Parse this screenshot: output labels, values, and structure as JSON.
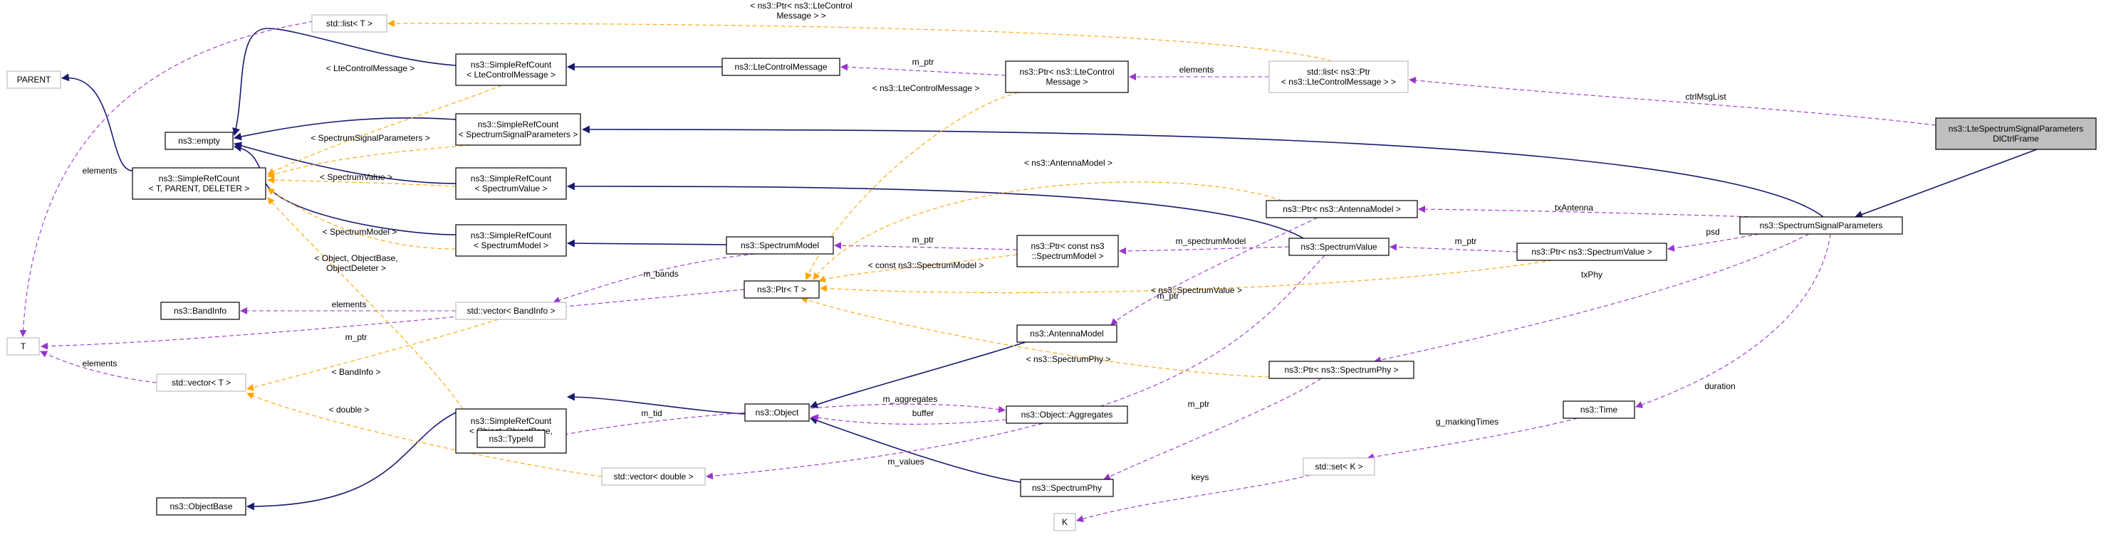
{
  "colors": {
    "inheritance": "#191970",
    "usage": "#9a32cd",
    "template": "#ffa500",
    "node_border": "#000000",
    "node_border_template": "#bfbfbf",
    "highlight_fill": "#bfbfbf",
    "node_fill": "#ffffff"
  },
  "nodes": [
    {
      "id": "parent",
      "lines": [
        "PARENT"
      ],
      "style": "grey"
    },
    {
      "id": "t",
      "lines": [
        "T"
      ],
      "style": "grey"
    },
    {
      "id": "k",
      "lines": [
        "K"
      ],
      "style": "grey"
    },
    {
      "id": "empty",
      "lines": [
        "ns3::empty"
      ],
      "style": "normal"
    },
    {
      "id": "src_tpd",
      "lines": [
        "ns3::SimpleRefCount",
        "< T, PARENT, DELETER >"
      ],
      "style": "normal"
    },
    {
      "id": "bandinfo",
      "lines": [
        "ns3::BandInfo"
      ],
      "style": "normal"
    },
    {
      "id": "vector_t",
      "lines": [
        "std::vector< T >"
      ],
      "style": "grey"
    },
    {
      "id": "objectbase",
      "lines": [
        "ns3::ObjectBase"
      ],
      "style": "normal"
    },
    {
      "id": "list_t",
      "lines": [
        "std::list< T >"
      ],
      "style": "grey"
    },
    {
      "id": "src_ltecm",
      "lines": [
        "ns3::SimpleRefCount",
        "< LteControlMessage >"
      ],
      "style": "normal"
    },
    {
      "id": "src_ssp",
      "lines": [
        "ns3::SimpleRefCount",
        "< SpectrumSignalParameters >"
      ],
      "style": "normal"
    },
    {
      "id": "src_sv",
      "lines": [
        "ns3::SimpleRefCount",
        "< SpectrumValue >"
      ],
      "style": "normal"
    },
    {
      "id": "src_sm",
      "lines": [
        "ns3::SimpleRefCount",
        "< SpectrumModel >"
      ],
      "style": "normal"
    },
    {
      "id": "vector_bandinfo",
      "lines": [
        "std::vector< BandInfo >"
      ],
      "style": "grey"
    },
    {
      "id": "src_obj",
      "lines": [
        "ns3::SimpleRefCount",
        "< Object, ObjectBase,",
        "ObjectDeleter >"
      ],
      "style": "normal"
    },
    {
      "id": "typeid",
      "lines": [
        "ns3::TypeId"
      ],
      "style": "normal"
    },
    {
      "id": "ltecm",
      "lines": [
        "ns3::LteControlMessage"
      ],
      "style": "normal"
    },
    {
      "id": "spectrummodel",
      "lines": [
        "ns3::SpectrumModel"
      ],
      "style": "normal"
    },
    {
      "id": "ptr_t",
      "lines": [
        "ns3::Ptr< T >"
      ],
      "style": "normal"
    },
    {
      "id": "object",
      "lines": [
        "ns3::Object"
      ],
      "style": "normal"
    },
    {
      "id": "vector_double",
      "lines": [
        "std::vector< double >"
      ],
      "style": "grey"
    },
    {
      "id": "ptr_ltecm",
      "lines": [
        "ns3::Ptr< ns3::LteControl",
        "Message >"
      ],
      "style": "normal"
    },
    {
      "id": "ptr_const_sm",
      "lines": [
        "ns3::Ptr< const ns3",
        "::SpectrumModel >"
      ],
      "style": "normal"
    },
    {
      "id": "antennamodel",
      "lines": [
        "ns3::AntennaModel"
      ],
      "style": "normal"
    },
    {
      "id": "aggregates",
      "lines": [
        "ns3::Object::Aggregates"
      ],
      "style": "normal"
    },
    {
      "id": "spectrumphy",
      "lines": [
        "ns3::SpectrumPhy"
      ],
      "style": "normal"
    },
    {
      "id": "list_ptr_ltecm",
      "lines": [
        "std::list< ns3::Ptr",
        "< ns3::LteControlMessage > >"
      ],
      "style": "grey"
    },
    {
      "id": "ptr_am",
      "lines": [
        "ns3::Ptr< ns3::AntennaModel >"
      ],
      "style": "normal"
    },
    {
      "id": "spectrumvalue",
      "lines": [
        "ns3::SpectrumValue"
      ],
      "style": "normal"
    },
    {
      "id": "ptr_sphy",
      "lines": [
        "ns3::Ptr< ns3::SpectrumPhy >"
      ],
      "style": "normal"
    },
    {
      "id": "set_k",
      "lines": [
        "std::set< K >"
      ],
      "style": "grey"
    },
    {
      "id": "ptr_sv",
      "lines": [
        "ns3::Ptr< ns3::SpectrumValue >"
      ],
      "style": "normal"
    },
    {
      "id": "time",
      "lines": [
        "ns3::Time"
      ],
      "style": "normal"
    },
    {
      "id": "ssp",
      "lines": [
        "ns3::SpectrumSignalParameters"
      ],
      "style": "normal"
    },
    {
      "id": "lte_ssp",
      "lines": [
        "ns3::LteSpectrumSignalParameters",
        "DlCtrlFrame"
      ],
      "style": "highlight"
    }
  ],
  "edges": [
    {
      "id": "e_ssp_lte",
      "type": "inheritance",
      "label": []
    },
    {
      "id": "e_src_ssp_ssp",
      "type": "inheritance",
      "label": []
    },
    {
      "id": "e_empty_src_ssp",
      "type": "inheritance",
      "label": []
    },
    {
      "id": "e_empty_src_ltecm",
      "type": "inheritance",
      "label": []
    },
    {
      "id": "e_empty_src_sv",
      "type": "inheritance",
      "label": []
    },
    {
      "id": "e_empty_src_sm",
      "type": "inheritance",
      "label": []
    },
    {
      "id": "e_parent_src_tpd",
      "type": "inheritance",
      "label": []
    },
    {
      "id": "e_src_ltecm_ltecm",
      "type": "inheritance",
      "label": []
    },
    {
      "id": "e_src_sv_sv",
      "type": "inheritance",
      "label": []
    },
    {
      "id": "e_src_sm_sm",
      "type": "inheritance",
      "label": []
    },
    {
      "id": "e_src_obj_object",
      "type": "inheritance",
      "label": []
    },
    {
      "id": "e_objectbase_src_obj",
      "type": "inheritance",
      "label": []
    },
    {
      "id": "e_object_am",
      "type": "inheritance",
      "label": []
    },
    {
      "id": "e_object_sphy",
      "type": "inheritance",
      "label": []
    },
    {
      "id": "e_t_list",
      "type": "usage",
      "label": [
        "elements"
      ]
    },
    {
      "id": "e_t_vector",
      "type": "usage",
      "label": [
        "elements"
      ]
    },
    {
      "id": "e_t_ptr",
      "type": "usage",
      "label": [
        "m_ptr"
      ]
    },
    {
      "id": "e_k_set",
      "type": "usage",
      "label": [
        "keys"
      ]
    },
    {
      "id": "e_list_lte",
      "type": "usage",
      "label": [
        "ctrlMsgList"
      ]
    },
    {
      "id": "e_ptrltecm_list",
      "type": "usage",
      "label": [
        "elements"
      ]
    },
    {
      "id": "e_ltecm_ptr",
      "type": "usage",
      "label": [
        "m_ptr"
      ]
    },
    {
      "id": "e_bandinfo_vec",
      "type": "usage",
      "label": [
        "elements"
      ]
    },
    {
      "id": "e_vecbi_sm",
      "type": "usage",
      "label": [
        "m_bands"
      ]
    },
    {
      "id": "e_sm_ptrconst",
      "type": "usage",
      "label": [
        "m_ptr"
      ]
    },
    {
      "id": "e_ptrconst_sv",
      "type": "usage",
      "label": [
        "m_spectrumModel"
      ]
    },
    {
      "id": "e_sv_ptrsv",
      "type": "usage",
      "label": [
        "m_ptr"
      ]
    },
    {
      "id": "e_ptrsv_ssp",
      "type": "usage",
      "label": [
        "psd"
      ]
    },
    {
      "id": "e_ptram_ssp",
      "type": "usage",
      "label": [
        "txAntenna"
      ]
    },
    {
      "id": "e_ptrsphy_ssp",
      "type": "usage",
      "label": [
        "txPhy"
      ]
    },
    {
      "id": "e_time_ssp",
      "type": "usage",
      "label": [
        "duration"
      ]
    },
    {
      "id": "e_setk_time",
      "type": "usage",
      "label": [
        "g_markingTimes"
      ]
    },
    {
      "id": "e_am_ptram",
      "type": "usage",
      "label": [
        "m_ptr"
      ]
    },
    {
      "id": "e_sphy_ptrsphy",
      "type": "usage",
      "label": [
        "m_ptr"
      ]
    },
    {
      "id": "e_typeid_object",
      "type": "usage",
      "label": [
        "m_tid"
      ]
    },
    {
      "id": "e_agg_object",
      "type": "usage",
      "label": [
        "m_aggregates"
      ]
    },
    {
      "id": "e_object_agg",
      "type": "usage",
      "label": [
        "buffer"
      ]
    },
    {
      "id": "e_vecdbl_sv",
      "type": "usage",
      "label": [
        "m_values"
      ]
    },
    {
      "id": "e_tmpl_list_t",
      "type": "template",
      "label": [
        "< ns3::Ptr< ns3::LteControl",
        "Message > >"
      ]
    },
    {
      "id": "e_tmpl_src_ltecm",
      "type": "template",
      "label": [
        "< LteControlMessage >"
      ]
    },
    {
      "id": "e_tmpl_src_ssp",
      "type": "template",
      "label": [
        "< SpectrumSignalParameters >"
      ]
    },
    {
      "id": "e_tmpl_src_sv",
      "type": "template",
      "label": [
        "< SpectrumValue >"
      ]
    },
    {
      "id": "e_tmpl_src_sm",
      "type": "template",
      "label": [
        "< SpectrumModel >"
      ]
    },
    {
      "id": "e_tmpl_src_obj",
      "type": "template",
      "label": [
        "< Object, ObjectBase,",
        "ObjectDeleter >"
      ]
    },
    {
      "id": "e_tmpl_vec_bi",
      "type": "template",
      "label": [
        "< BandInfo >"
      ]
    },
    {
      "id": "e_tmpl_vec_dbl",
      "type": "template",
      "label": [
        "< double >"
      ]
    },
    {
      "id": "e_tmpl_ptr_ltecm",
      "type": "template",
      "label": [
        "< ns3::LteControlMessage >"
      ]
    },
    {
      "id": "e_tmpl_ptr_am",
      "type": "template",
      "label": [
        "< ns3::AntennaModel >"
      ]
    },
    {
      "id": "e_tmpl_ptr_const_sm",
      "type": "template",
      "label": [
        "< const ns3::SpectrumModel >"
      ]
    },
    {
      "id": "e_tmpl_ptr_sv",
      "type": "template",
      "label": [
        "< ns3::SpectrumValue >"
      ]
    },
    {
      "id": "e_tmpl_ptr_sphy",
      "type": "template",
      "label": [
        "< ns3::SpectrumPhy >"
      ]
    }
  ]
}
